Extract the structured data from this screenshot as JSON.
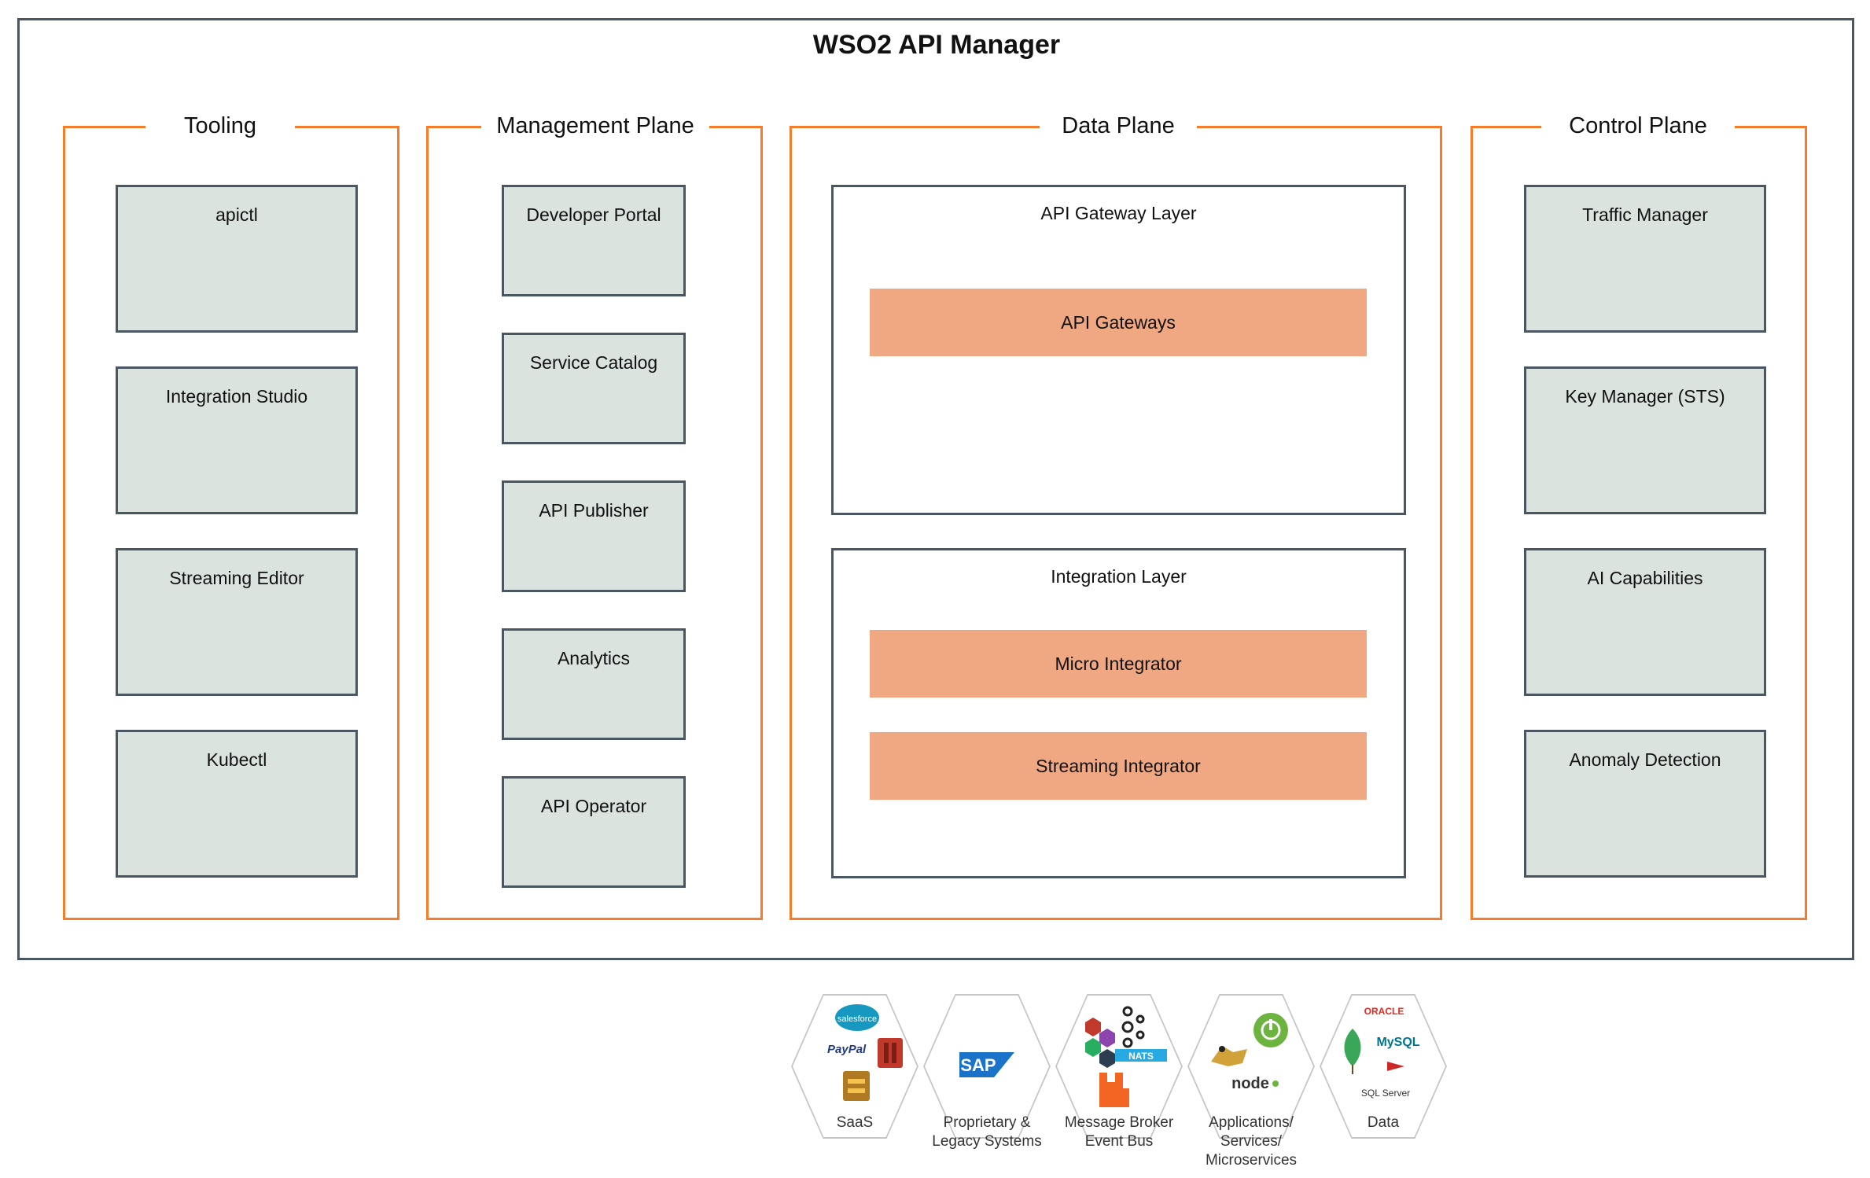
{
  "title": "WSO2 API Manager",
  "sections": {
    "tooling": {
      "title": "Tooling",
      "items": [
        "apictl",
        "Integration Studio",
        "Streaming Editor",
        "Kubectl"
      ]
    },
    "management": {
      "title": "Management Plane",
      "items": [
        "Developer Portal",
        "Service Catalog",
        "API Publisher",
        "Analytics",
        "API Operator"
      ]
    },
    "data": {
      "title": "Data Plane",
      "gateway_layer": {
        "title": "API Gateway Layer",
        "bars": [
          "API Gateways"
        ]
      },
      "integration_layer": {
        "title": "Integration Layer",
        "bars": [
          "Micro Integrator",
          "Streaming Integrator"
        ]
      }
    },
    "control": {
      "title": "Control Plane",
      "items": [
        "Traffic Manager",
        "Key Manager (STS)",
        "AI Capabilities",
        "Anomaly Detection"
      ]
    }
  },
  "endpoints": [
    {
      "label": "SaaS",
      "icon_text": [
        "salesforce",
        "PayPal"
      ]
    },
    {
      "label": "Proprietary &\nLegacy Systems",
      "icon_text": [
        "SAP"
      ]
    },
    {
      "label": "Message Broker\nEvent Bus",
      "icon_text": [
        "NATS"
      ]
    },
    {
      "label": "Applications/\nServices/\nMicroservices",
      "icon_text": [
        "node"
      ]
    },
    {
      "label": "Data",
      "icon_text": [
        "ORACLE",
        "MySQL",
        "SQL Server"
      ]
    }
  ],
  "colors": {
    "section_border": "#f57c2a",
    "box_fill": "#dae3de",
    "box_border": "#4a5662",
    "bar_fill": "#f0a882"
  }
}
